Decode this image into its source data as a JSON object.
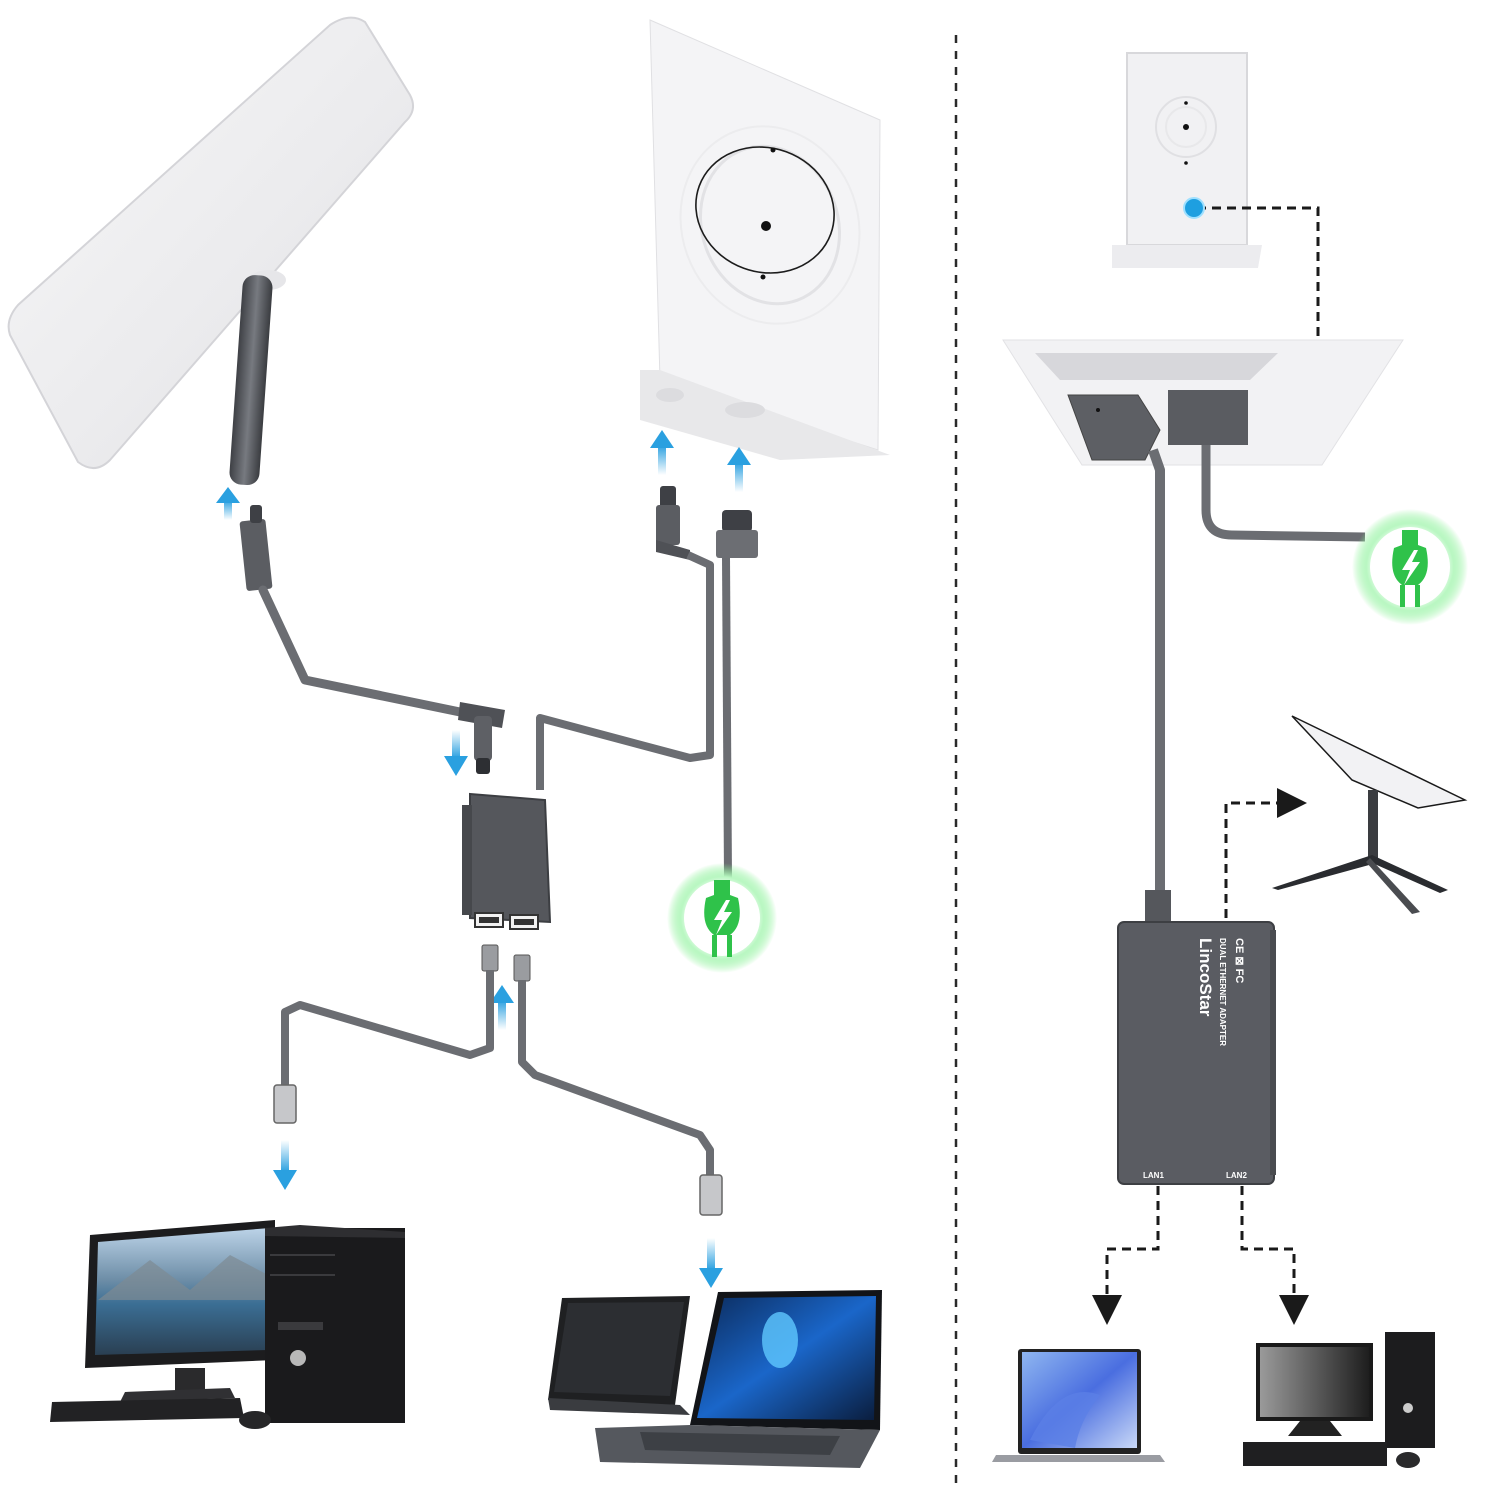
{
  "diagram": {
    "title": "Dual Ethernet Adapter connection diagram",
    "colors": {
      "background": "#ffffff",
      "cable": "#6b6d72",
      "cable_dark": "#4f5156",
      "adapter": "#5a5c62",
      "dish": "#ececee",
      "router": "#f2f2f4",
      "arrow_blue": "#2aa0e0",
      "power_green": "#2fc24a",
      "power_glow": "#7cf08a",
      "dot_blue": "#1e9fe0",
      "dashed_line": "#1a1a1a"
    },
    "left_panel": {
      "nodes": [
        {
          "id": "dish",
          "name": "Satellite dish (mast)"
        },
        {
          "id": "router",
          "name": "Router (gen 2)"
        },
        {
          "id": "adapter",
          "name": "Ethernet adapter"
        },
        {
          "id": "power",
          "name": "Power plug",
          "icon": "power-plug-icon"
        },
        {
          "id": "desktop",
          "name": "Desktop PC"
        },
        {
          "id": "laptops",
          "name": "Laptops"
        }
      ],
      "connections": [
        {
          "from": "dish",
          "to": "adapter",
          "arrow": "up-into-dish"
        },
        {
          "from": "adapter",
          "to": "router",
          "arrow": "up-into-router"
        },
        {
          "from": "power",
          "to": "router",
          "arrow": "up-into-router"
        },
        {
          "from": "adapter",
          "to": "desktop",
          "arrow": "down"
        },
        {
          "from": "adapter",
          "to": "laptops",
          "arrow": "down"
        }
      ]
    },
    "right_panel": {
      "adapter_label": {
        "brand": "LincoStar",
        "product": "DUAL ETHERNET ADAPTER",
        "certs": "CE ⊠ FC",
        "port1": "LAN1",
        "port2": "LAN2"
      },
      "nodes": [
        {
          "id": "router",
          "name": "Router (front view)"
        },
        {
          "id": "router_base",
          "name": "Router base (ports)"
        },
        {
          "id": "power",
          "name": "Power plug",
          "icon": "power-plug-icon"
        },
        {
          "id": "dish",
          "name": "Satellite dish on tripod"
        },
        {
          "id": "adapter",
          "name": "LincoStar Dual Ethernet Adapter"
        },
        {
          "id": "laptop",
          "name": "Laptop"
        },
        {
          "id": "desktop",
          "name": "Desktop PC"
        }
      ]
    }
  }
}
